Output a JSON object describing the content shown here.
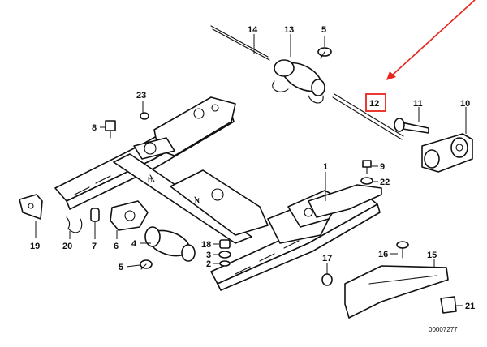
{
  "diagram": {
    "callouts": {
      "c1": "1",
      "c2": "2",
      "c3": "3",
      "c4": "4",
      "c5a": "5",
      "c5b": "5",
      "c6": "6",
      "c7": "7",
      "c8": "8",
      "c9": "9",
      "c10": "10",
      "c11": "11",
      "c12": "12",
      "c13": "13",
      "c14": "14",
      "c15": "15",
      "c16": "16",
      "c17": "17",
      "c18": "18",
      "c19": "19",
      "c20": "20",
      "c21": "21",
      "c22": "22",
      "c23": "23"
    },
    "drawing_code": "00007277",
    "highlight": {
      "part": "12",
      "color": "#e8241c"
    }
  }
}
